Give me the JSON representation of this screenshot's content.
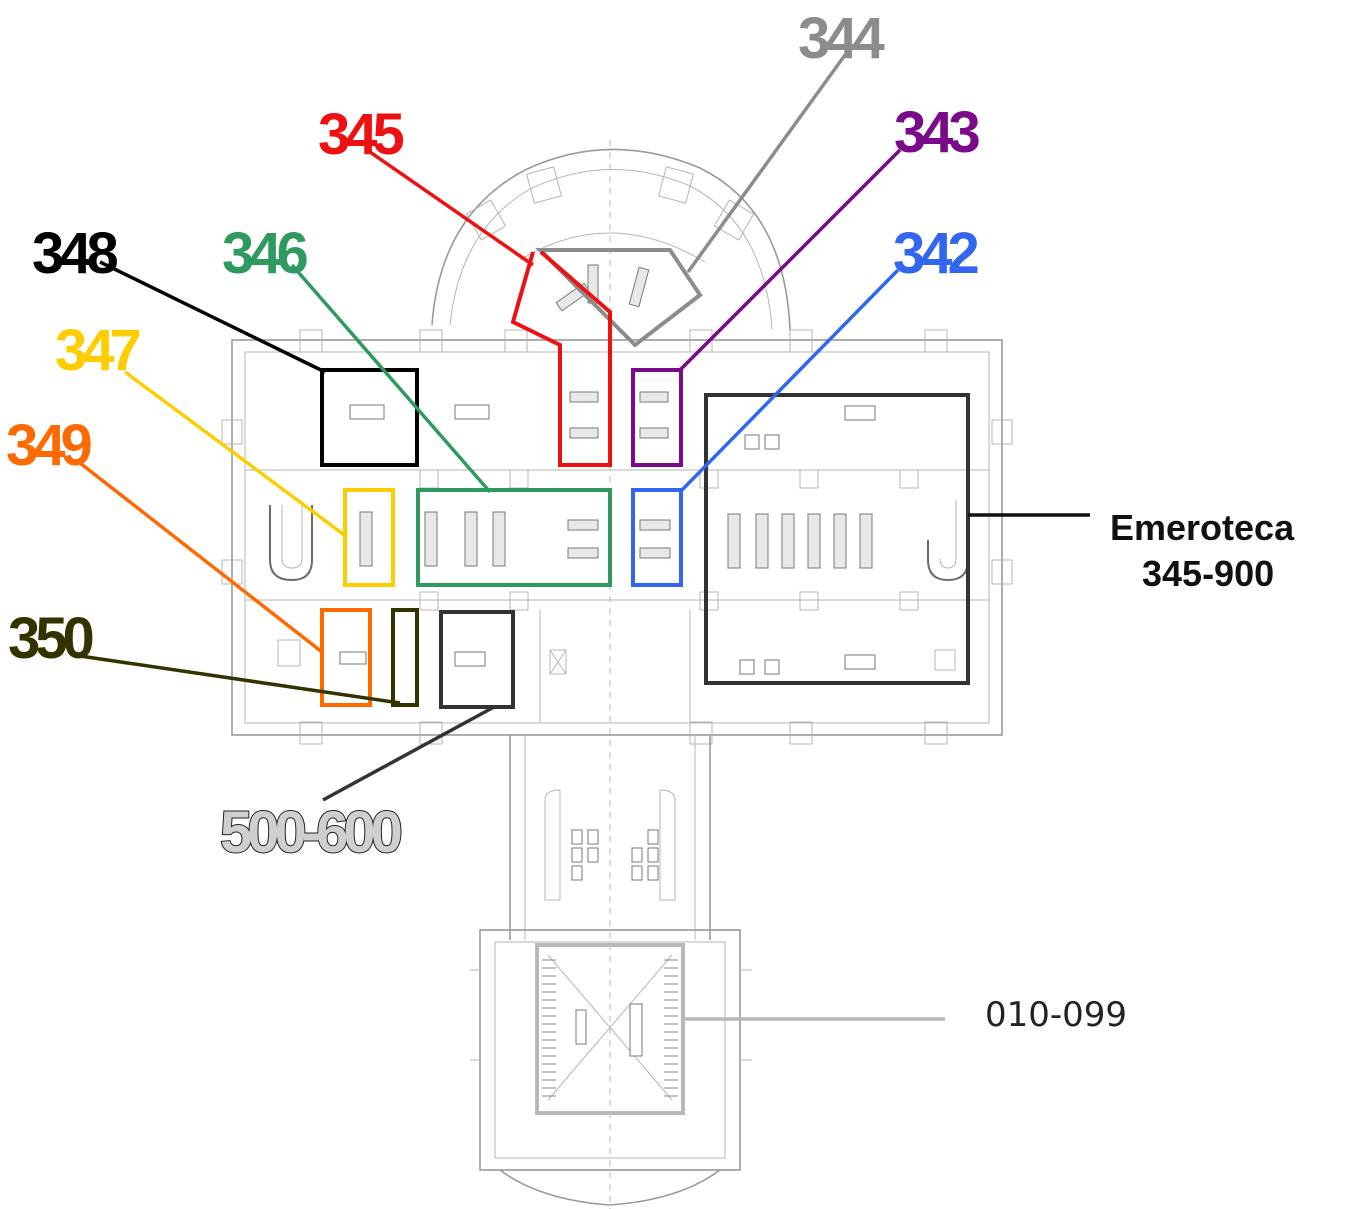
{
  "map": {
    "labels": {
      "r344": "344",
      "r345": "345",
      "r343": "343",
      "r348": "348",
      "r346": "346",
      "r342": "342",
      "r347": "347",
      "r349": "349",
      "r350": "350",
      "r500": "500-600",
      "emeroteca_line1": "Emeroteca",
      "emeroteca_line2": "345-900",
      "r010": "010-099"
    },
    "colors": {
      "r344": "#8c8c8c",
      "r345": "#ee1111",
      "r343": "#7a0a8a",
      "r348": "#000000",
      "r346": "#2e9a60",
      "r342": "#3366ee",
      "r347": "#ffcc00",
      "r349": "#ff6a00",
      "r350": "#333300",
      "r500": "#333333",
      "emeroteca": "#333333",
      "r010": "#b8b8b8"
    }
  }
}
